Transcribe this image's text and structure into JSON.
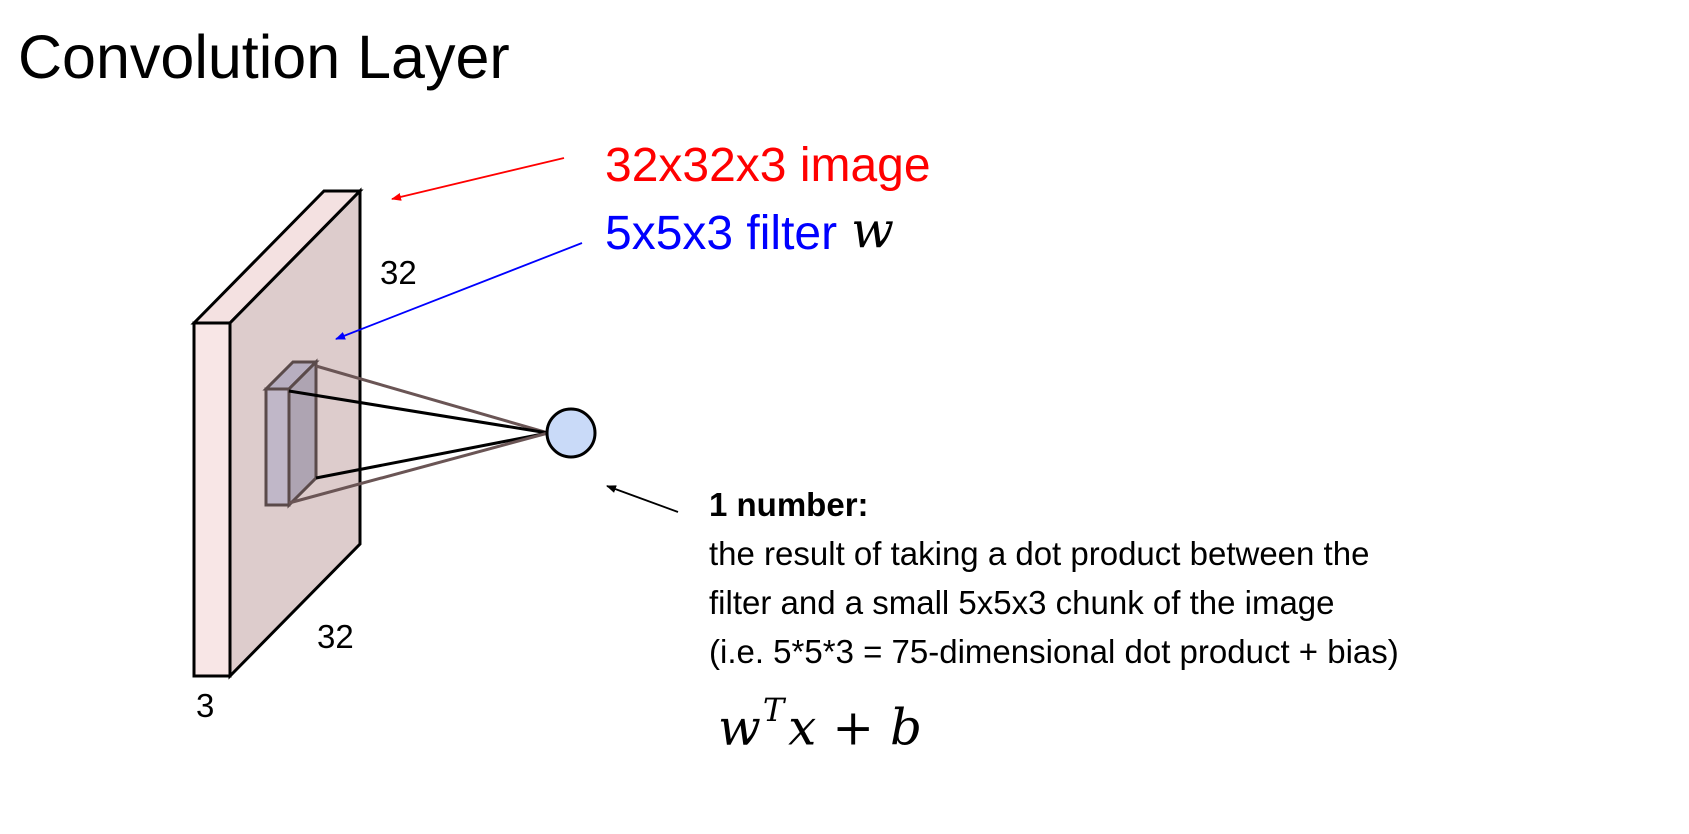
{
  "title": "Convolution Layer",
  "labels": {
    "image": "32x32x3 image",
    "filter": "5x5x3 filter",
    "filter_symbol": "w",
    "height": "32",
    "width": "32",
    "depth": "3"
  },
  "output": {
    "heading": "1 number:",
    "lines": [
      "the result of taking a dot product between the",
      "filter and a small 5x5x3 chunk of the image",
      "(i.e. 5*5*3 = 75-dimensional dot product + bias)"
    ],
    "formula": {
      "base": "w",
      "superscript": "T",
      "rest": "x + b"
    }
  },
  "colors": {
    "image_label": "#ff0000",
    "filter_label": "#0000ff",
    "volume_front": "#f8e6e6",
    "volume_side": "#ddcccc",
    "filter_front": "#c0b7c8",
    "filter_side": "#aea4b2",
    "neuron_fill": "#c9daf8"
  }
}
